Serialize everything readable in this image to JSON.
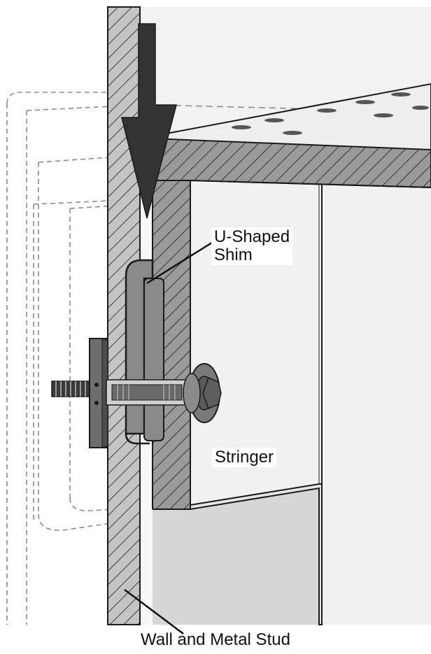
{
  "labels": {
    "shim_line1": "U-Shaped",
    "shim_line2": "Shim",
    "stringer": "Stringer",
    "wall": "Wall and Metal Stud"
  },
  "colors": {
    "outline": "#1a1a1a",
    "arrow": "#333333",
    "wall_fill": "#c4c4c4",
    "stringer_fill": "#9a9a9a",
    "tread_fill": "#eeeeee",
    "riser_fill": "#f1f1f1",
    "lower_fill": "#d6d6d6",
    "shim_fill": "#8a8a8a",
    "hardware_fill": "#5e5e5e",
    "dashed_outline": "#8c8c8c"
  },
  "icons": {
    "arrow": "down-arrow-icon",
    "bolt": "bolt-icon"
  }
}
